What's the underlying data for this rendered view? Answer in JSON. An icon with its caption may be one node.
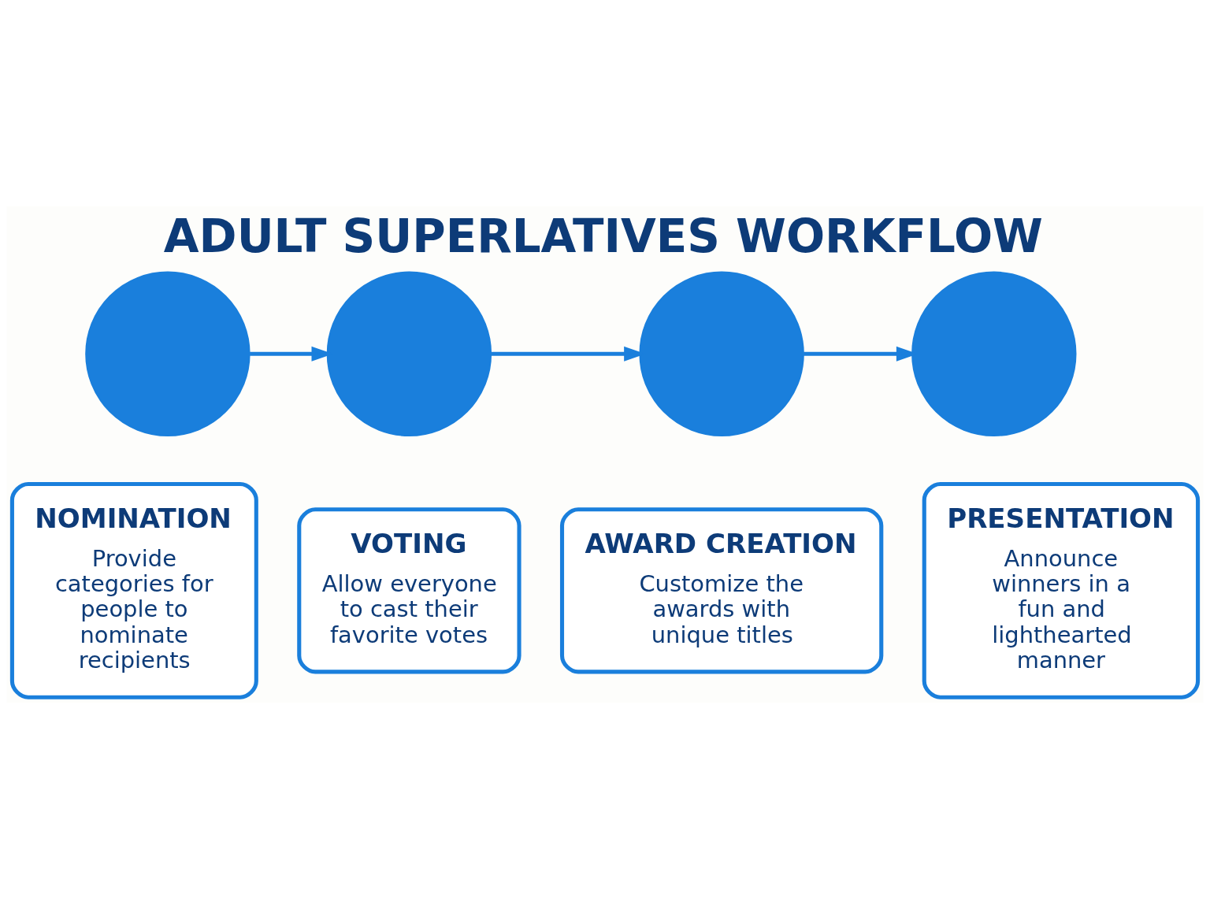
{
  "diagram": {
    "title": "ADULT SUPERLATIVES WORKFLOW",
    "nodes": [
      {
        "text": [],
        "shape": "circle"
      },
      {
        "text": [],
        "shape": "circle"
      },
      {
        "text": [],
        "shape": "circle"
      },
      {
        "text": [],
        "shape": "circle"
      },
      {
        "text": [
          "NOMINATION",
          "Provide categories for people to nominate recipients"
        ]
      },
      {
        "text": [
          "VOTING",
          "Allow everyone to cast their favorite votes"
        ]
      },
      {
        "text": [
          "AWARD CREATION",
          "Customize the awards with unique titles"
        ]
      },
      {
        "text": [
          "PRESENTATION",
          "Announce winners in a fun and lighthearted manner"
        ]
      }
    ],
    "edges": [
      {
        "from": 0,
        "to": 1,
        "arrow": "to"
      },
      {
        "from": 1,
        "to": 2,
        "arrow": "to"
      },
      {
        "from": 2,
        "to": 3,
        "arrow": "to"
      }
    ]
  }
}
